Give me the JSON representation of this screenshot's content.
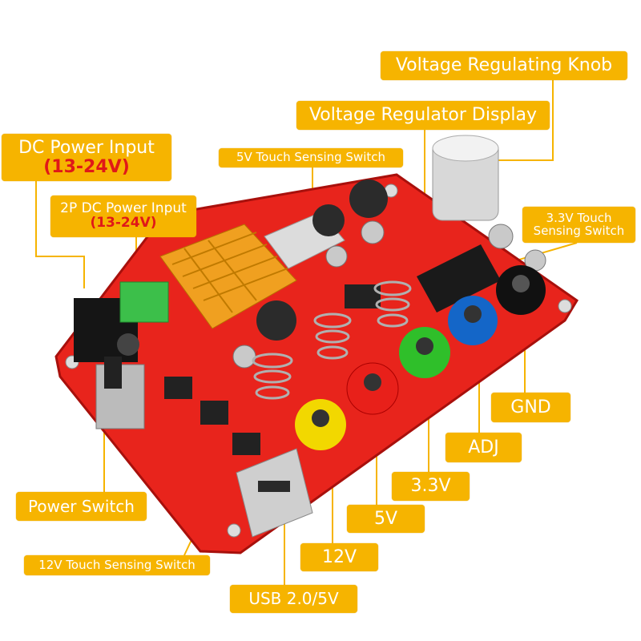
{
  "labels": {
    "knob": "Voltage Regulating Knob",
    "display": "Voltage Regulator Display",
    "touch_5v": "5V Touch Sensing Switch",
    "dc_input": {
      "title": "DC Power Input",
      "range": "(13-24V)"
    },
    "dc_2p_input": {
      "title": "2P DC Power Input",
      "range": "(13-24V)"
    },
    "touch_3v3": {
      "line1": "3.3V Touch",
      "line2": "Sensing Switch"
    },
    "gnd": "GND",
    "adj": "ADJ",
    "out_3v3": "3.3V",
    "out_5v": "5V",
    "out_12v": "12V",
    "power_switch": "Power Switch",
    "touch_12v": "12V Touch Sensing Switch",
    "usb": "USB 2.0/5V"
  },
  "colors": {
    "label_bg": "#f6b400",
    "label_text": "#ffffff",
    "range_text": "#e01818",
    "board": "#e8241c",
    "heatsink": "#f0a020",
    "jack_yellow": "#f2d800",
    "jack_red": "#e8201a",
    "jack_green": "#2fbf2a",
    "jack_blue": "#1466c8",
    "jack_black": "#111111"
  }
}
